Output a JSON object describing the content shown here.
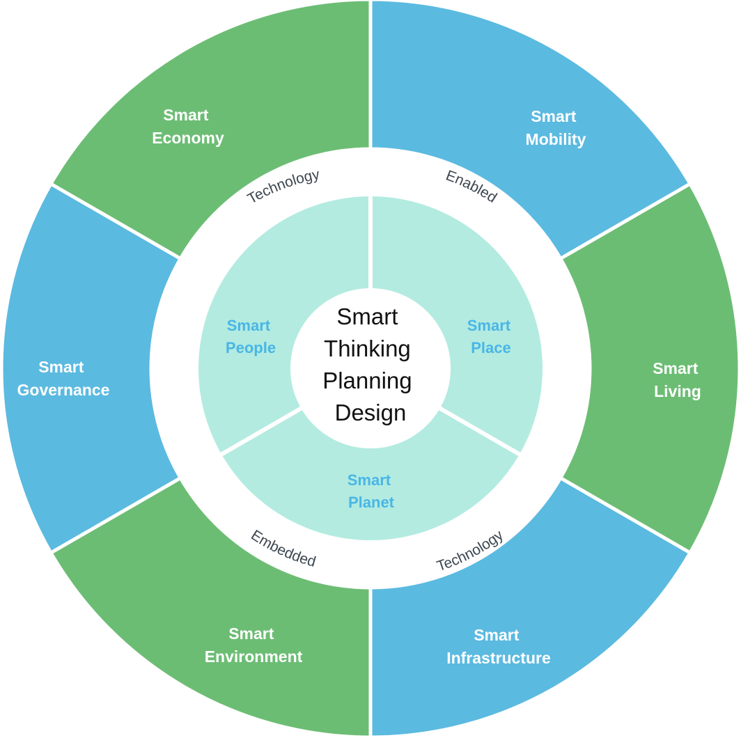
{
  "colors": {
    "green": "#6cbd74",
    "blue": "#5bbae0",
    "inner_fill": "#b3ebe0",
    "inner_text": "#49b6e6",
    "background": "#ffffff"
  },
  "outer_segments": [
    {
      "lines": [
        "Smart",
        "Mobility"
      ],
      "color": "blue"
    },
    {
      "lines": [
        "Smart",
        "Living"
      ],
      "color": "green"
    },
    {
      "lines": [
        "Smart",
        "Infrastructure"
      ],
      "color": "blue"
    },
    {
      "lines": [
        "Smart",
        "Environment"
      ],
      "color": "green"
    },
    {
      "lines": [
        "Smart",
        "Governance"
      ],
      "color": "blue"
    },
    {
      "lines": [
        "Smart",
        "Economy"
      ],
      "color": "green"
    }
  ],
  "inner_segments": [
    {
      "lines": [
        "Smart",
        "Place"
      ]
    },
    {
      "lines": [
        "Smart",
        "Planet"
      ]
    },
    {
      "lines": [
        "Smart",
        "People"
      ]
    }
  ],
  "ring_words": [
    "Technology",
    "Enabled",
    "Embedded",
    "Technology"
  ],
  "center_lines": [
    "Smart",
    "Thinking",
    "Planning",
    "Design"
  ]
}
